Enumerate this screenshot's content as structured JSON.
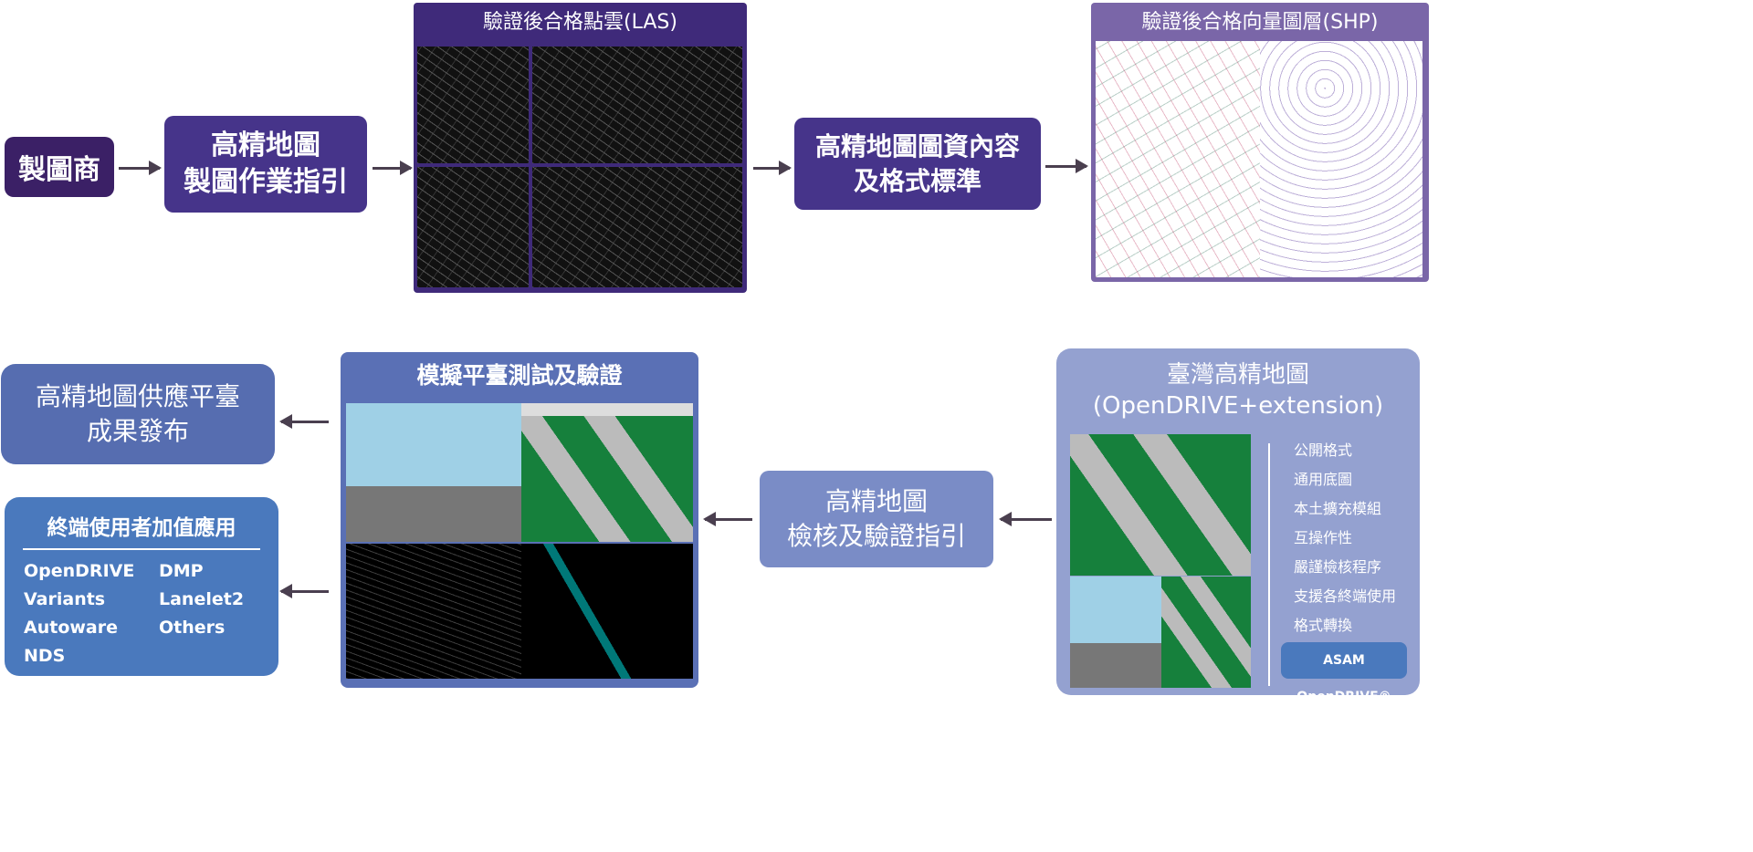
{
  "top": {
    "mapmaker": "製圖商",
    "guide": [
      "高精地圖",
      "製圖作業指引"
    ],
    "las_title": "驗證後合格點雲(LAS)",
    "standard": [
      "高精地圖圖資內容",
      "及格式標準"
    ],
    "shp_title": "驗證後合格向量圖層(SHP)"
  },
  "bottom": {
    "platform": [
      "高精地圖供應平臺",
      "成果發布"
    ],
    "apps_title": "終端使用者加值應用",
    "apps": [
      "OpenDRIVE",
      "DMP",
      "Variants",
      "Lanelet2",
      "Autoware",
      "Others",
      "NDS"
    ],
    "sim_title": "模擬平臺測試及驗證",
    "check": [
      "高精地圖",
      "檢核及驗證指引"
    ],
    "taiwan_title": [
      "臺灣高精地圖",
      "(OpenDRIVE+extension)"
    ],
    "features": [
      "公開格式",
      "通用底圖",
      "本土擴充模組",
      "互操作性",
      "嚴謹檢核程序",
      "支援各終端使用",
      "格式轉換"
    ],
    "asam": "ASAM OpenDRIVE®"
  },
  "colors": {
    "dark_purple": "#3b2066",
    "purple": "#46348a",
    "blue": "#5a70b5",
    "light_blue": "#7a8cc6",
    "lavender": "#94a1d0",
    "app_blue": "#4a79bd"
  }
}
